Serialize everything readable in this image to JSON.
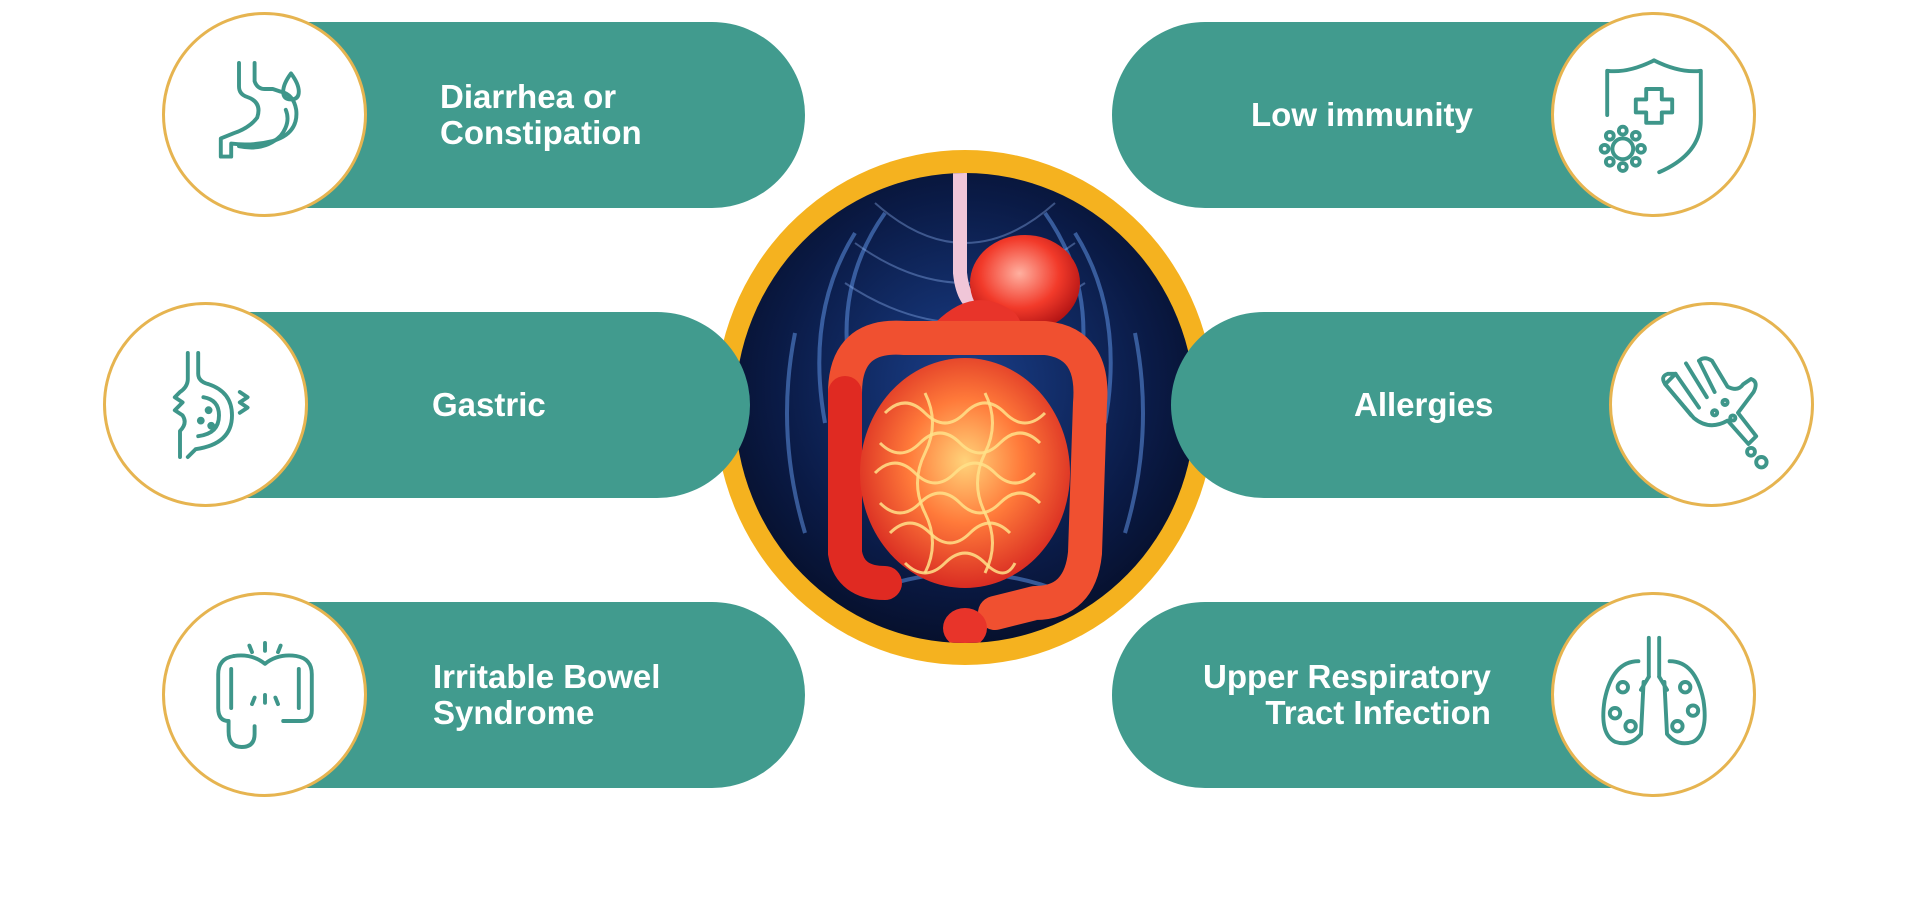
{
  "items": {
    "diarrhea": {
      "label": "Diarrhea or\nConstipation",
      "icon": "stomach-icon"
    },
    "gastric": {
      "label": "Gastric",
      "icon": "gastric-reflux-icon"
    },
    "ibs": {
      "label": "Irritable Bowel\nSyndrome",
      "icon": "intestine-icon"
    },
    "immunity": {
      "label": "Low immunity",
      "icon": "shield-cross-icon"
    },
    "allergies": {
      "label": "Allergies",
      "icon": "rash-hand-icon"
    },
    "respiratory": {
      "label": "Upper Respiratory\nTract Infection",
      "icon": "lungs-icon"
    }
  },
  "center_image": {
    "icon": "digestive-system-illustration"
  },
  "colors": {
    "pill": "#419b8e",
    "icon_stroke": "#3e968a",
    "ring_border": "#e6b450",
    "center_ring": "#f5b21f"
  }
}
